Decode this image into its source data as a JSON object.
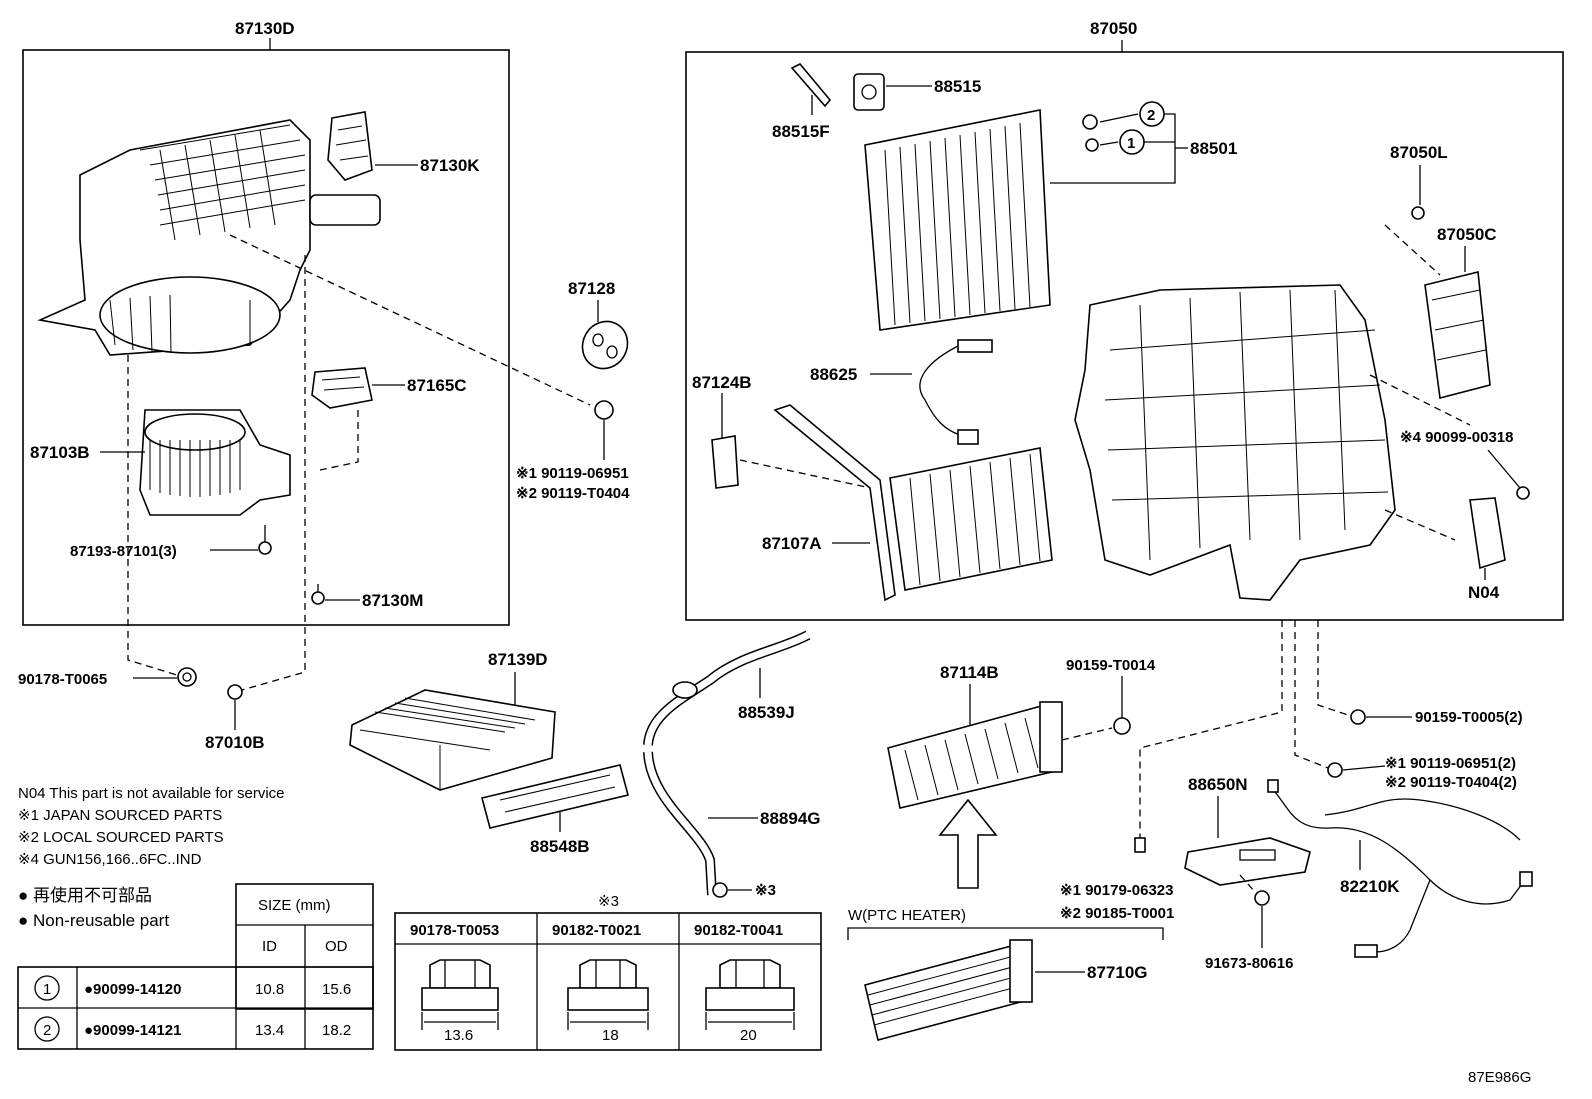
{
  "groups": {
    "blower_assembly": "87130D",
    "heater_unit": "87050"
  },
  "parts": {
    "p87130K": "87130K",
    "p87103B": "87103B",
    "p87165C": "87165C",
    "p87193": "87193-87101(3)",
    "p87130M": "87130M",
    "p90178_T0065": "90178-T0065",
    "p87010B": "87010B",
    "p87128": "87128",
    "p90119_06951": "※1 90119-06951",
    "p90119_T0404": "※2 90119-T0404",
    "p88515": "88515",
    "p88515F": "88515F",
    "p88501": "88501",
    "p87050L": "87050L",
    "p87050C": "87050C",
    "p87124B": "87124B",
    "p88625": "88625",
    "p87107A": "87107A",
    "p90099_00318": "※4 90099-00318",
    "pN04": "N04",
    "p87139D": "87139D",
    "p88548B": "88548B",
    "p88539J": "88539J",
    "p88894G": "88894G",
    "p_x3": "※3",
    "p87114B": "87114B",
    "p90159_T0014": "90159-T0014",
    "p90159_T0005": "90159-T0005(2)",
    "p90119_06951_2": "※1 90119-06951(2)",
    "p90119_T0404_2": "※2 90119-T0404(2)",
    "p88650N": "88650N",
    "p82210K": "82210K",
    "p90179_06323": "※1 90179-06323",
    "p90185_T0001": "※2 90185-T0001",
    "p91673_80616": "91673-80616",
    "p87710G": "87710G",
    "circle1": "1",
    "circle2": "2"
  },
  "notes": {
    "n04": "N04  This part is not available for service",
    "x1": "※1 JAPAN SOURCED PARTS",
    "x2": "※2 LOCAL SOURCED PARTS",
    "x4": "※4 GUN156,166..6FC..IND",
    "nonreuse_jp": "● 再使用不可部品",
    "nonreuse_en": "● Non-reusable part"
  },
  "oring_table": {
    "size_header": "SIZE (mm)",
    "id_header": "ID",
    "od_header": "OD",
    "rows": [
      {
        "ref": "1",
        "part": "●90099-14120",
        "id": "10.8",
        "od": "15.6"
      },
      {
        "ref": "2",
        "part": "●90099-14121",
        "id": "13.4",
        "od": "18.2"
      }
    ]
  },
  "nut_table": {
    "title": "※3",
    "columns": [
      {
        "part": "90178-T0053",
        "size": "13.6"
      },
      {
        "part": "90182-T0021",
        "size": "18"
      },
      {
        "part": "90182-T0041",
        "size": "20"
      }
    ]
  },
  "ptc": {
    "label": "W(PTC HEATER)"
  },
  "figure_id": "87E986G"
}
